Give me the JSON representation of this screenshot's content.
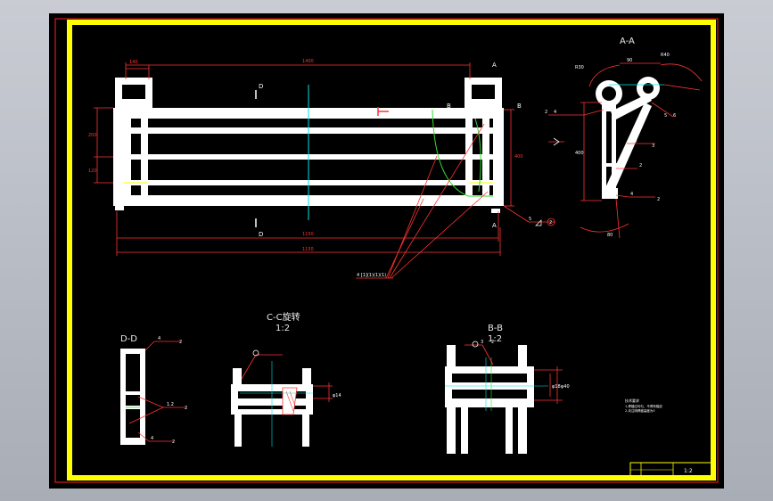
{
  "colors": {
    "background": "#000000",
    "outer_frame": "#ff2222",
    "inner_frame": "#ffff00",
    "part": "#ffffff",
    "dimension": "#ff3333",
    "centerline": "#00e5e5",
    "weld_section": "#33dd33",
    "annotation_text": "#ffffff",
    "view_label": "#e8e8e8"
  },
  "views": {
    "aa": {
      "label": "A-A"
    },
    "dd": {
      "label": "D-D"
    },
    "cc": {
      "label": "C-C旋转",
      "scale": "1:2"
    },
    "bb": {
      "label": "B-B",
      "scale": "1:2"
    }
  },
  "main_view": {
    "dim_top_left": "140",
    "dim_top_total": "1400",
    "dim_bottom_inner": "1150",
    "dim_bottom_total": "1150",
    "dim_left_upper": "200",
    "dim_left_lower": "120",
    "dim_right_height": "400",
    "section_mark_a": "A",
    "section_mark_b": "B",
    "section_mark_d": "D"
  },
  "aa_view_dims": {
    "radius_small": "R30",
    "radius_large": "R40",
    "dim_top": "90",
    "dim_left_height": "400",
    "dim_bottom": "80"
  },
  "weld_symbols": {
    "main_label": "4 [1](1)(1)(1)",
    "fillet_4": "4",
    "fillet_5": "5",
    "fillet_3": "3",
    "fillet_6": "6",
    "fillet_12": "1.2",
    "ref_2": "2"
  },
  "bb_view_dims": {
    "dim_hole": "φ18",
    "dim_bore": "φ40"
  },
  "cc_view_dims": {
    "dim_hole": "φ14"
  },
  "notes": {
    "title": "技术要求",
    "line1": "1.焊缝应均匀，不得有裂纹",
    "line2": "2.未注明焊缝高度为5"
  },
  "title_block": {
    "scale": "1:2"
  }
}
